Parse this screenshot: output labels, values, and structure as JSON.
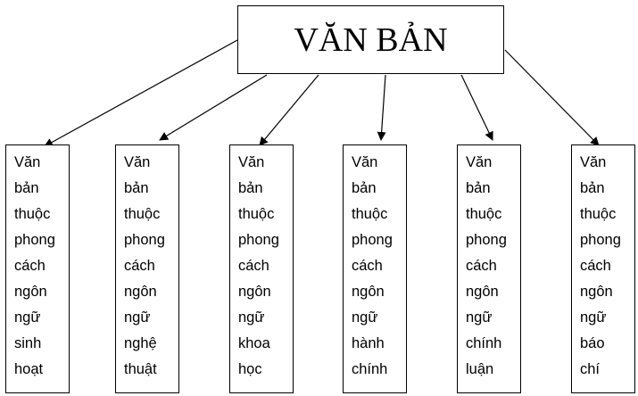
{
  "root": {
    "label": "VĂN BẢN"
  },
  "children": [
    {
      "words": [
        "Văn",
        "bản",
        "thuộc",
        "phong",
        "cách",
        "ngôn",
        "ngữ",
        "sinh",
        "hoạt"
      ]
    },
    {
      "words": [
        "Văn",
        "bản",
        "thuộc",
        "phong",
        "cách",
        "ngôn",
        "ngữ",
        "nghệ",
        "thuật"
      ]
    },
    {
      "words": [
        "Văn",
        "bản",
        "thuộc",
        "phong",
        "cách",
        "ngôn",
        "ngữ",
        "khoa",
        "học"
      ]
    },
    {
      "words": [
        "Văn",
        "bản",
        "thuộc",
        "phong",
        "cách",
        "ngôn",
        "ngữ",
        "hành",
        "chính"
      ]
    },
    {
      "words": [
        "Văn",
        "bản",
        "thuộc",
        "phong",
        "cách",
        "ngôn",
        "ngữ",
        "chính",
        "luận"
      ]
    },
    {
      "words": [
        "Văn",
        "bản",
        "thuộc",
        "phong",
        "cách",
        "ngôn",
        "ngữ",
        "báo",
        "chí"
      ]
    }
  ],
  "colors": {
    "line": "#000000",
    "background": "#ffffff"
  }
}
